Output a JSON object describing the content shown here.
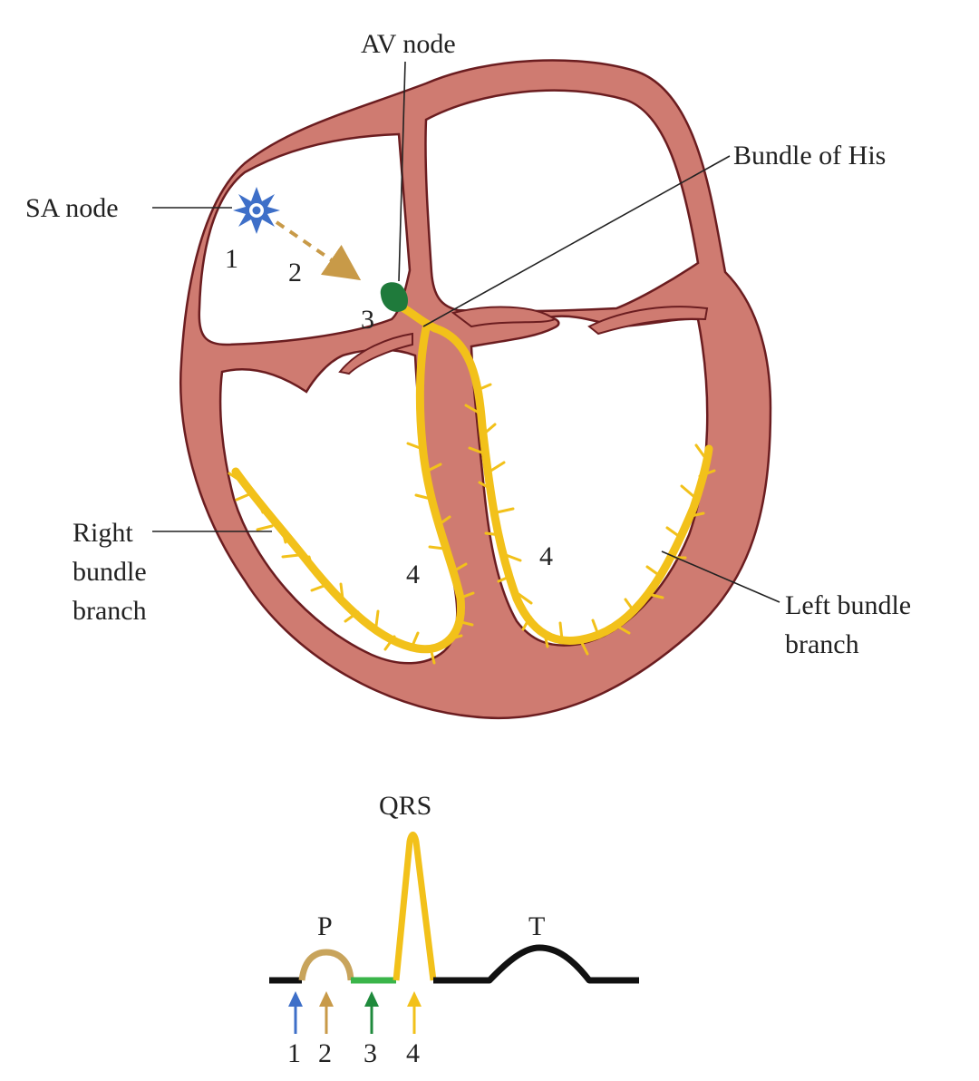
{
  "labels": {
    "sa_node": "SA node",
    "av_node": "AV node",
    "bundle_of_his": "Bundle of His",
    "right_bundle_line1": "Right",
    "right_bundle_line2": "bundle",
    "right_bundle_line3": "branch",
    "left_bundle_line1": "Left bundle",
    "left_bundle_line2": "branch"
  },
  "step_numbers": {
    "sa": "1",
    "path": "2",
    "av": "3",
    "left_vent": "4",
    "right_vent": "4"
  },
  "ecg": {
    "qrs": "QRS",
    "p": "P",
    "t": "T",
    "arrow_numbers": [
      "1",
      "2",
      "3",
      "4"
    ]
  },
  "colors": {
    "muscle": "#cf7b71",
    "outline": "#6b1d20",
    "conduction": "#f2c11a",
    "sa_node": "#3e6fc8",
    "av_node": "#1f7a3b",
    "impulse": "#c89a48",
    "arrow_1": "#3e6fc8",
    "arrow_2": "#c89a48",
    "arrow_3": "#1f8a3c",
    "arrow_4": "#f2c11a",
    "p_wave": "#c8a45c",
    "pr_segment": "#3ab54a",
    "baseline": "#111111"
  }
}
